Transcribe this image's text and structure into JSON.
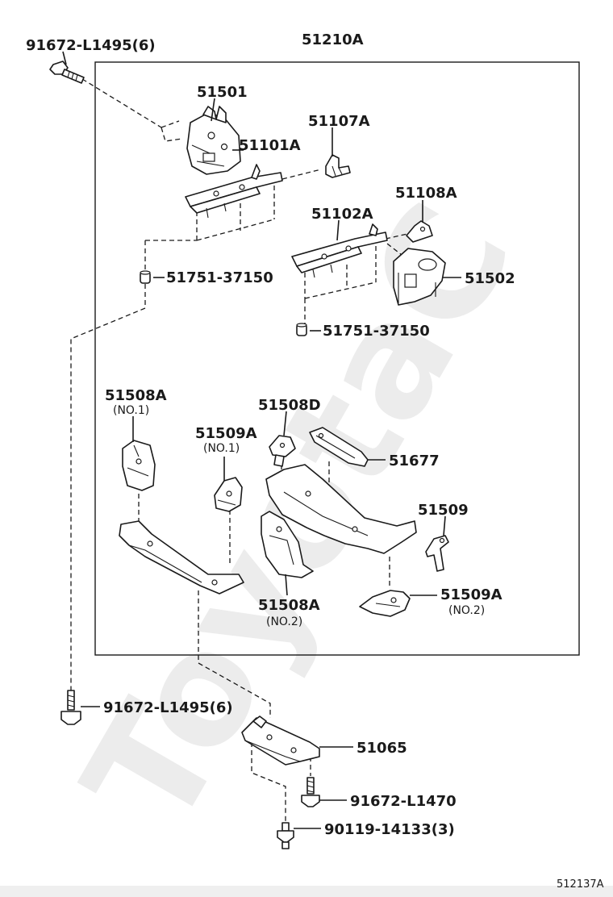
{
  "watermark": "ToyotaC",
  "figure_number": "512137A",
  "group_label": "51210A",
  "parts": {
    "bolt_top": "91672-L1495(6)",
    "p51501": "51501",
    "p51101A": "51101A",
    "p51107A": "51107A",
    "p51108A": "51108A",
    "p51102A": "51102A",
    "p51502": "51502",
    "plug_left": "51751-37150",
    "plug_right": "51751-37150",
    "p51508A_1": "51508A",
    "p51508A_1_note": "(NO.1)",
    "p51509A_1": "51509A",
    "p51509A_1_note": "(NO.1)",
    "p51508D": "51508D",
    "p51677": "51677",
    "p51509": "51509",
    "p51508A_2": "51508A",
    "p51508A_2_note": "(NO.2)",
    "p51509A_2": "51509A",
    "p51509A_2_note": "(NO.2)",
    "bolt_bottom": "91672-L1495(6)",
    "p51065": "51065",
    "bolt_91672_L1470": "91672-L1470",
    "bolt_90119": "90119-14133(3)"
  }
}
